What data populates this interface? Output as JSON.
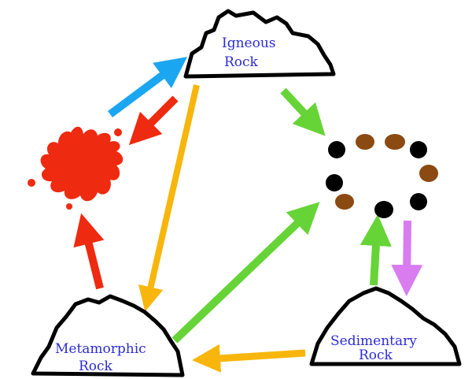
{
  "rocks": {
    "igneous": {
      "line1": "Igneous",
      "line2": "Rock"
    },
    "metamorphic": {
      "line1": "Metamorphic",
      "line2": "Rock"
    },
    "sedimentary": {
      "line1": "Sedimentary",
      "line2": "Rock"
    }
  },
  "colors": {
    "rock_fill": "#ffffff",
    "rock_outline": "#000000",
    "label": "#2b2bd6",
    "magma": "#ee2a10",
    "arrow_blue": "#1aa6f0",
    "arrow_red": "#ee2a10",
    "arrow_orange": "#f8b60c",
    "arrow_green": "#66d437",
    "arrow_purple": "#d87cf0",
    "sediment_dark": "#000000",
    "sediment_brown": "#8b4a12"
  }
}
